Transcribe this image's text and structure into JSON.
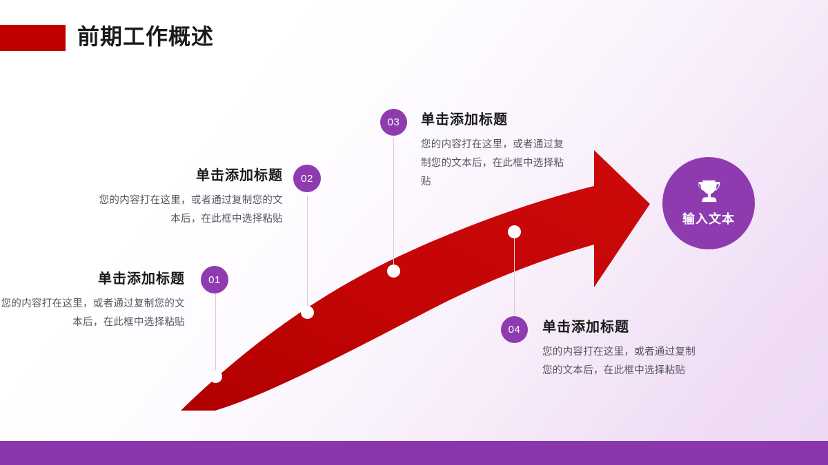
{
  "slide": {
    "title": "前期工作概述",
    "accent_red": "#c00000",
    "accent_purple": "#8e3bb0",
    "band_purple": "#8a36ac",
    "background": "light lavender gradient"
  },
  "goal": {
    "label": "输入文本",
    "icon": "trophy-icon"
  },
  "steps": [
    {
      "number": "01",
      "title": "单击添加标题",
      "body": "您的内容打在这里，或者通过复制您的文本后，在此框中选择粘贴",
      "align": "right"
    },
    {
      "number": "02",
      "title": "单击添加标题",
      "body": "您的内容打在这里，或者通过复制您的文本后，在此框中选择粘贴",
      "align": "right"
    },
    {
      "number": "03",
      "title": "单击添加标题",
      "body": "您的内容打在这里，或者通过复制您的文本后，在此框中选择粘贴",
      "align": "left"
    },
    {
      "number": "04",
      "title": "单击添加标题",
      "body": "您的内容打在这里，或者通过复制您的文本后，在此框中选择粘贴",
      "align": "left"
    }
  ]
}
